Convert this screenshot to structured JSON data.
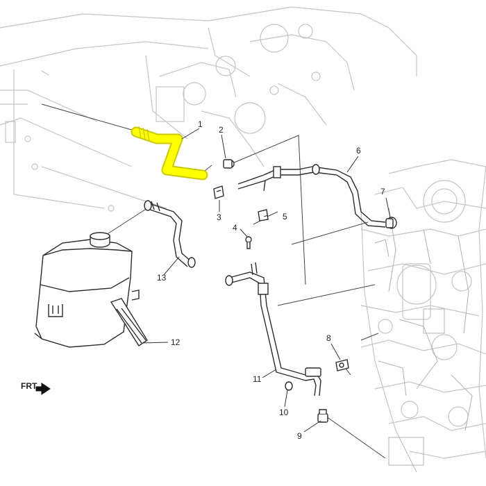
{
  "callouts": {
    "c1": "1",
    "c2": "2",
    "c3": "3",
    "c4": "4",
    "c5": "5",
    "c6": "6",
    "c7": "7",
    "c8": "8",
    "c9": "9",
    "c10": "10",
    "c11": "11",
    "c12": "12",
    "c13": "13"
  },
  "front_indicator": "FRT",
  "colors": {
    "highlight": "#ffff00",
    "highlight_outline": "#c8c800",
    "line": "#2b2b2b",
    "engine": "#c4c4c4"
  }
}
